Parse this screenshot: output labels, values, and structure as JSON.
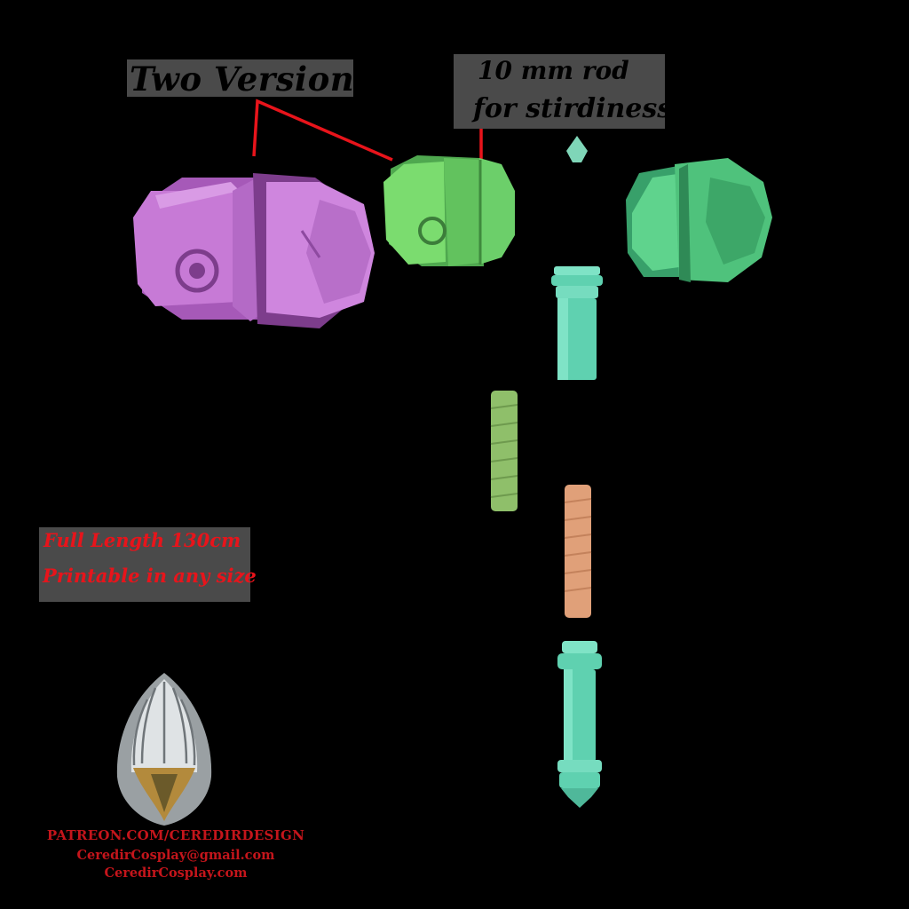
{
  "labels": {
    "two_versions": "Two Versions",
    "rod_line1": "10 mm rod",
    "rod_line2": "for stirdiness",
    "length_line1": "Full Length 130cm",
    "length_line2": "Printable in any size"
  },
  "credits": {
    "patreon": "PATREON.COM/CEREDIRDESIGN",
    "email": "CeredirCosplay@gmail.com",
    "website": "CeredirCosplay.com"
  },
  "colors": {
    "background": "#000000",
    "label_box": "#4a4a4a",
    "annotation_red": "#e8141b",
    "hammer_purple": "#c77ad6",
    "hammer_green": "#6ccf6a",
    "hammer_green_right": "#4fc27c",
    "handle_teal": "#5fd1b0",
    "grip_green": "#8fbf6a",
    "grip_tan": "#e0a079",
    "credit_red": "#c4151b"
  },
  "icons": {
    "logo": "winged-helm-crest-icon"
  }
}
